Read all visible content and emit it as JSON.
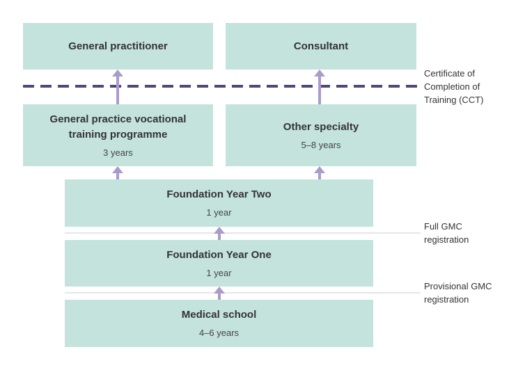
{
  "boxes": {
    "gp": {
      "title": "General practitioner"
    },
    "consultant": {
      "title": "Consultant"
    },
    "gp_training": {
      "title": "General practice vocational training programme",
      "duration": "3 years"
    },
    "other_specialty": {
      "title": "Other specialty",
      "duration": "5–8 years"
    },
    "fy2": {
      "title": "Foundation Year Two",
      "duration": "1 year"
    },
    "fy1": {
      "title": "Foundation Year One",
      "duration": "1 year"
    },
    "medical_school": {
      "title": "Medical school",
      "duration": "4–6 years"
    }
  },
  "milestones": {
    "cct": "Certificate of\nCompletion of\nTraining (CCT)",
    "full_gmc": "Full GMC\nregistration",
    "provisional_gmc": "Provisional GMC\nregistration"
  },
  "colors": {
    "box_fill": "#c4e3dd",
    "arrow": "#a99bcb",
    "dashed_line": "#4d4880",
    "thin_line": "#cccccc",
    "text": "#333333"
  }
}
